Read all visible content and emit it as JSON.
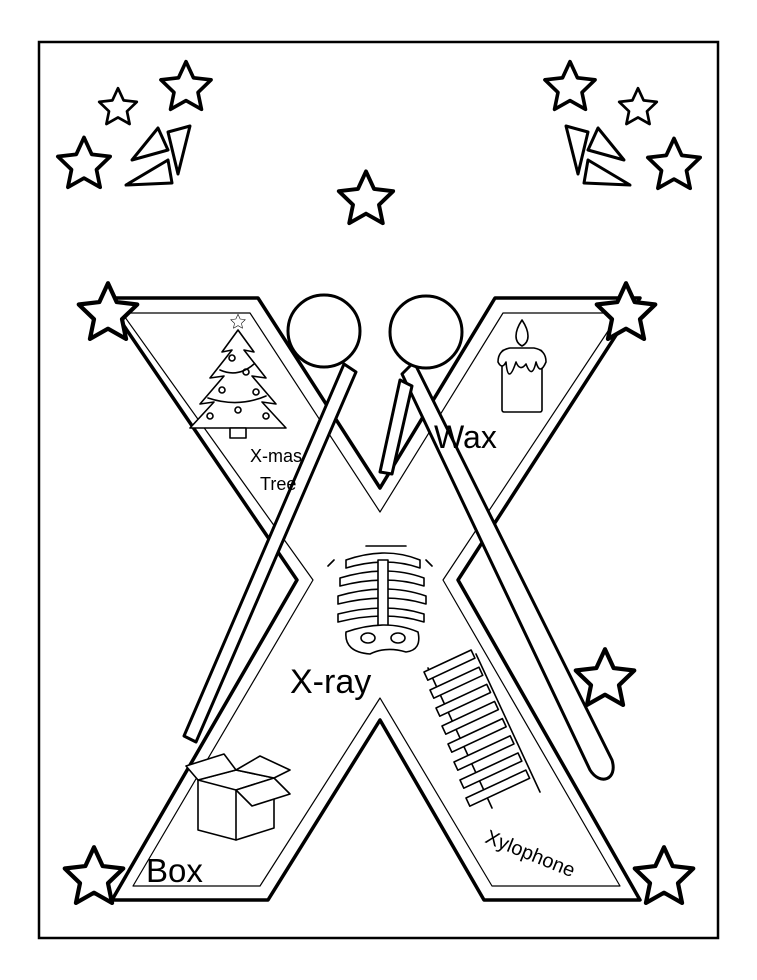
{
  "letter": "X",
  "words": {
    "xmas_tree_line1": "X-mas",
    "xmas_tree_line2": "Tree",
    "wax": "Wax",
    "xray": "X-ray",
    "box": "Box",
    "xylophone": "Xylophone"
  },
  "icons": [
    "star-icon",
    "firework-icon",
    "christmas-tree-icon",
    "candle-icon",
    "skeleton-icon",
    "box-icon",
    "xylophone-icon",
    "mallet-icon"
  ]
}
